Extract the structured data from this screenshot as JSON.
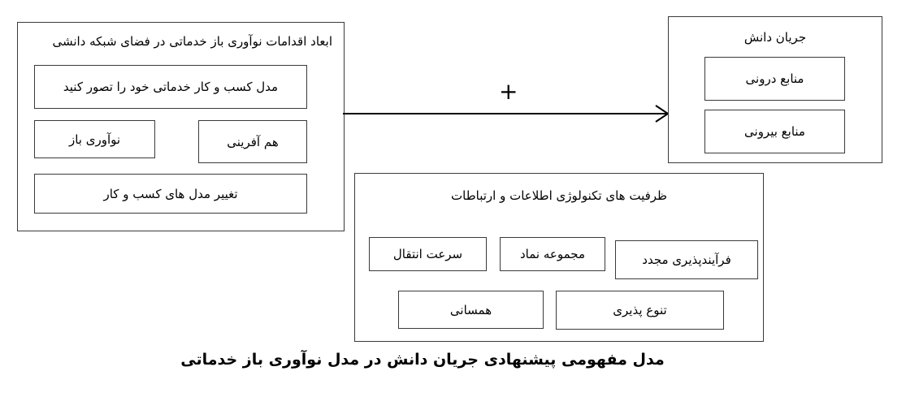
{
  "left_group": {
    "title": "ابعاد اقدامات نوآوری باز خدماتی در فضای شبکه دانشی",
    "items": [
      "مدل کسب و کار خدماتی خود را تصور کنید",
      "نوآوری باز",
      "هم آفرینی",
      "تغییر مدل های کسب و کار"
    ]
  },
  "connector": {
    "sign": "+",
    "direction": "left-to-right"
  },
  "right_group": {
    "title": "جریان دانش",
    "items": [
      "منابع درونی",
      "منابع بیرونی"
    ]
  },
  "bottom_group": {
    "title": "ظرفیت های تکنولوژی اطلاعات و ارتباطات",
    "items": [
      "سرعت انتقال",
      "مجموعه نماد",
      "فرآیندپذیری مجدد",
      "همسانی",
      "تنوع پذیری"
    ]
  },
  "caption": "مدل مفهومی پیشنهادی جریان دانش در مدل نوآوری باز خدماتی"
}
